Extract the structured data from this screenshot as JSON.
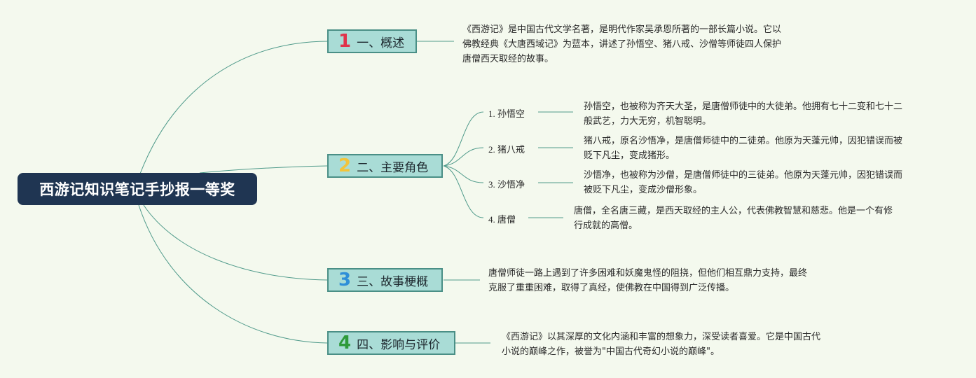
{
  "root": {
    "label": "西游记知识笔记手抄报一等奖"
  },
  "branches": [
    {
      "number": "1",
      "number_color": "#e0334a",
      "label": "一、概述",
      "text_lines": [
        "《西游记》是中国古代文学名著，是明代作家吴承恩所著的一部长篇小说。它以",
        "佛教经典《大唐西域记》为蓝本，讲述了孙悟空、猪八戒、沙僧等师徒四人保护",
        "唐僧西天取经的故事。"
      ]
    },
    {
      "number": "2",
      "number_color": "#f2c43a",
      "label": "二、主要角色",
      "children": [
        {
          "label": "1. 孙悟空",
          "text_lines": [
            "孙悟空，也被称为齐天大圣，是唐僧师徒中的大徒弟。他拥有七十二变和七十二",
            "般武艺，力大无穷，机智聪明。"
          ]
        },
        {
          "label": "2. 猪八戒",
          "text_lines": [
            "猪八戒，原名沙悟净，是唐僧师徒中的二徒弟。他原为天蓬元帅，因犯错误而被",
            "贬下凡尘，变成猪形。"
          ]
        },
        {
          "label": "3. 沙悟净",
          "text_lines": [
            "沙悟净，也被称为沙僧，是唐僧师徒中的三徒弟。他原为天蓬元帅，因犯错误而",
            "被贬下凡尘，变成沙僧形象。"
          ]
        },
        {
          "label": "4. 唐僧",
          "text_lines": [
            "唐僧，全名唐三藏，是西天取经的主人公，代表佛教智慧和慈悲。他是一个有修",
            "行成就的高僧。"
          ]
        }
      ]
    },
    {
      "number": "3",
      "number_color": "#2f8fd8",
      "label": "三、故事梗概",
      "text_lines": [
        "唐僧师徒一路上遇到了许多困难和妖魔鬼怪的阻挠，但他们相互鼎力支持，最终",
        "克服了重重困难，取得了真经，使佛教在中国得到广泛传播。"
      ]
    },
    {
      "number": "4",
      "number_color": "#2e9a3a",
      "label": "四、影响与评价",
      "text_lines": [
        "《西游记》以其深厚的文化内涵和丰富的想象力，深受读者喜爱。它是中国古代",
        "小说的巅峰之作，被誉为\"中国古代奇幻小说的巅峰\"。"
      ]
    }
  ],
  "colors": {
    "link": "#4f9a8a",
    "root_bg": "#1f3552",
    "branch_bg": "#a9dcd6",
    "branch_border": "#4a8f86",
    "page_bg": "#f4f9ee"
  }
}
